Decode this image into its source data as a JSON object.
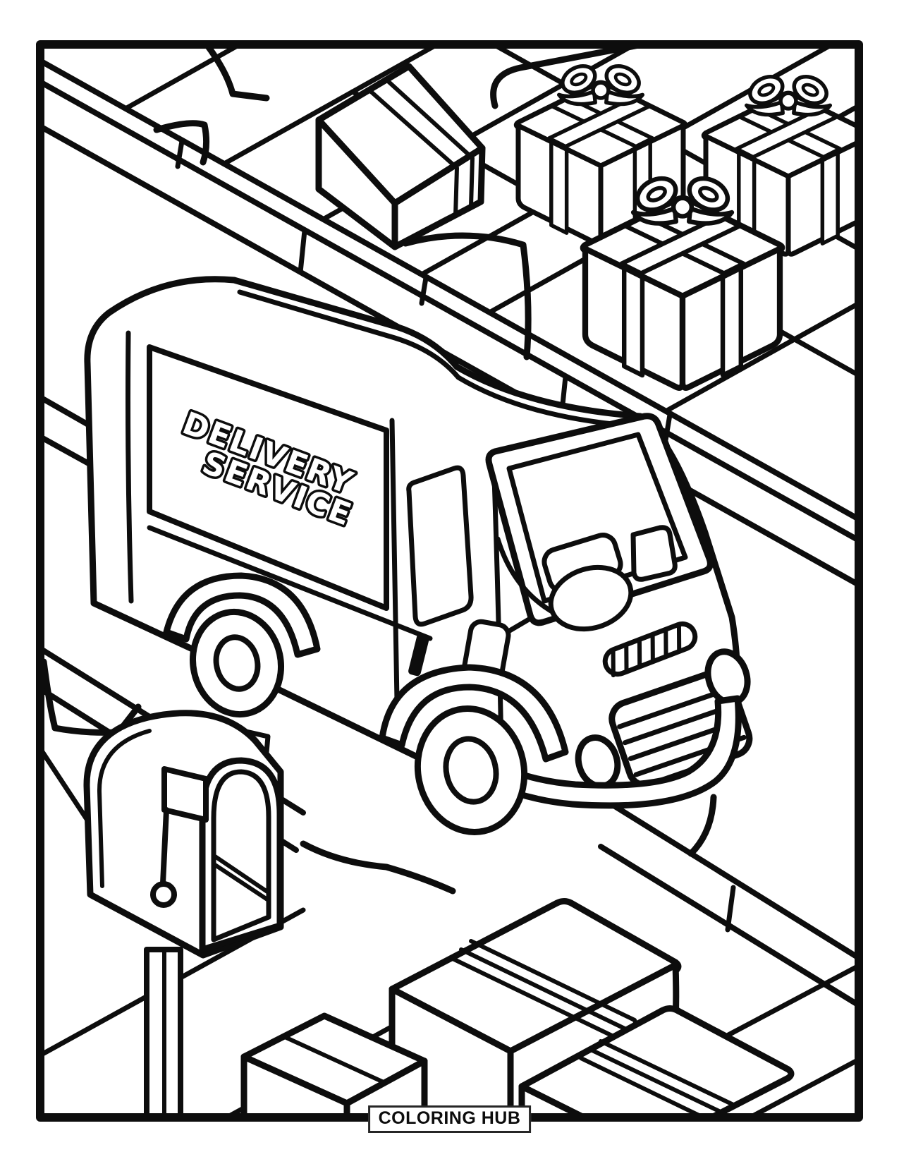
{
  "artwork": {
    "kind": "black-and-white coloring page line art",
    "subjects": [
      "delivery-truck",
      "gift-boxes",
      "parcel-boxes",
      "mailbox",
      "sidewalk-curb",
      "pavement-cracks"
    ]
  },
  "colors": {
    "line": "#0d0d0d",
    "paper": "#ffffff"
  },
  "truck": {
    "side_text_line1": "DELIVERY",
    "side_text_line2": "SERVICE"
  },
  "badge": {
    "label": "COLORING HUB"
  }
}
